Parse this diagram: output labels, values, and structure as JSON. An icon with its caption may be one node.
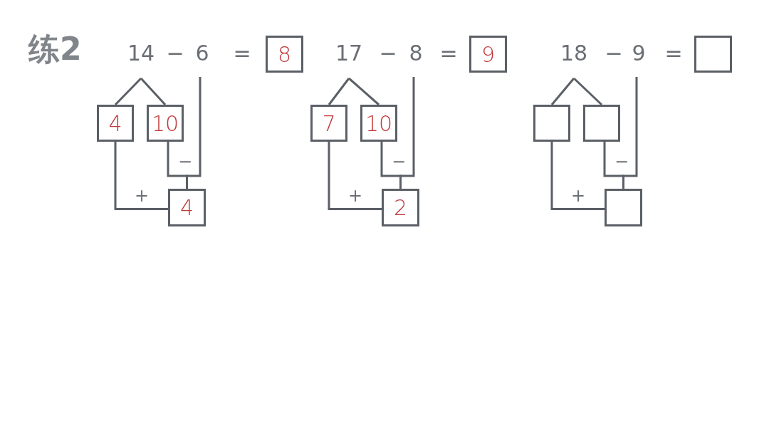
{
  "diagram": {
    "title": "练2",
    "nodes": [
      {
        "text": [
          "14"
        ]
      },
      {
        "text": [
          "6"
        ]
      },
      {
        "text": [
          "8"
        ]
      },
      {
        "text": [
          "4"
        ]
      },
      {
        "text": [
          "10"
        ]
      },
      {
        "text": [
          "4"
        ]
      },
      {
        "text": [
          "17"
        ]
      },
      {
        "text": [
          "8"
        ]
      },
      {
        "text": [
          "9"
        ]
      },
      {
        "text": [
          "7"
        ]
      },
      {
        "text": [
          "10"
        ]
      },
      {
        "text": [
          "2"
        ]
      },
      {
        "text": [
          "18"
        ]
      },
      {
        "text": [
          "9"
        ]
      },
      {
        "text": [],
        "shape": "box"
      },
      {
        "text": [],
        "shape": "box"
      },
      {
        "text": [],
        "shape": "box"
      },
      {
        "text": [],
        "shape": "box"
      }
    ],
    "edges": [
      {
        "from": 0,
        "to": 3,
        "arrow": "none"
      },
      {
        "from": 0,
        "to": 4,
        "arrow": "none"
      },
      {
        "from": 3,
        "to": 5,
        "arrow": "none",
        "label": "+"
      },
      {
        "from": 4,
        "to": 5,
        "arrow": "none",
        "label": "−"
      },
      {
        "from": 1,
        "to": 5,
        "arrow": "none"
      },
      {
        "from": 6,
        "to": 9,
        "arrow": "none"
      },
      {
        "from": 6,
        "to": 10,
        "arrow": "none"
      },
      {
        "from": 9,
        "to": 11,
        "arrow": "none",
        "label": "+"
      },
      {
        "from": 10,
        "to": 11,
        "arrow": "none",
        "label": "−"
      },
      {
        "from": 7,
        "to": 11,
        "arrow": "none"
      },
      {
        "from": 12,
        "to": 15,
        "arrow": "none"
      },
      {
        "from": 12,
        "to": 16,
        "arrow": "none"
      },
      {
        "from": 15,
        "to": 17,
        "arrow": "none",
        "label": "+"
      },
      {
        "from": 16,
        "to": 17,
        "arrow": "none",
        "label": "−"
      },
      {
        "from": 13,
        "to": 17,
        "arrow": "none"
      }
    ],
    "labels": [
      "−",
      "=",
      "−",
      "=",
      "−",
      "="
    ]
  }
}
